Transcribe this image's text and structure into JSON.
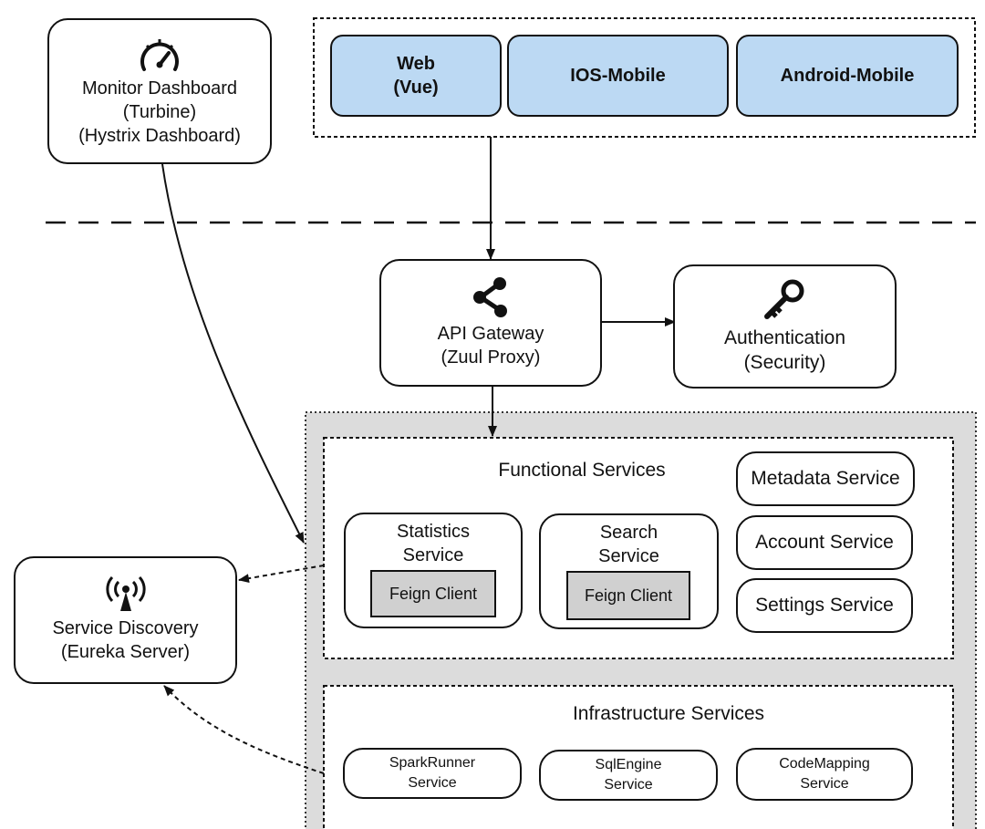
{
  "clients": {
    "web_line1": "Web",
    "web_line2": "(Vue)",
    "ios": "IOS-Mobile",
    "android": "Android-Mobile"
  },
  "monitor": {
    "line1": "Monitor Dashboard",
    "line2": "(Turbine)",
    "line3": "(Hystrix Dashboard)",
    "icon": "speedometer-icon"
  },
  "gateway": {
    "line1": "API Gateway",
    "line2": "(Zuul Proxy)",
    "icon": "share-icon"
  },
  "auth": {
    "line1": "Authentication",
    "line2": "(Security)",
    "icon": "key-icon"
  },
  "discovery": {
    "line1": "Service Discovery",
    "line2": "(Eureka Server)",
    "icon": "broadcast-icon"
  },
  "functional": {
    "title": "Functional Services",
    "statistics_line1": "Statistics",
    "statistics_line2": "Service",
    "search_line1": "Search",
    "search_line2": "Service",
    "feign": "Feign Client",
    "metadata": "Metadata Service",
    "account": "Account Service",
    "settings": "Settings Service"
  },
  "infrastructure": {
    "title": "Infrastructure Services",
    "spark_line1": "SparkRunner",
    "spark_line2": "Service",
    "sql_line1": "SqlEngine",
    "sql_line2": "Service",
    "code_line1": "CodeMapping",
    "code_line2": "Service"
  },
  "colors": {
    "client_fill": "#bcd9f3",
    "services_fill": "#dcdcdc",
    "feign_fill": "#d0d0d0"
  }
}
